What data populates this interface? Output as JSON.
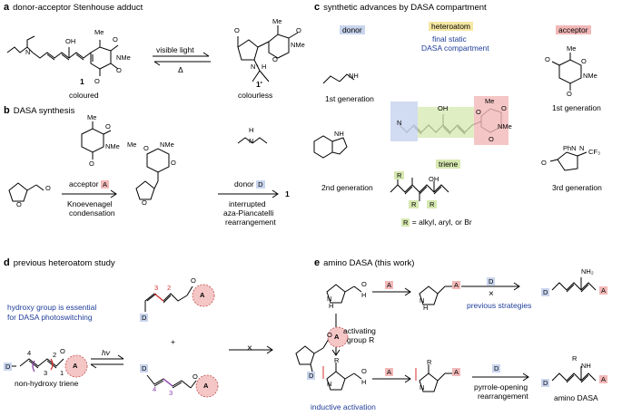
{
  "panels": {
    "a": {
      "letter": "a",
      "title": "donor-acceptor Stenhouse adduct",
      "cmpd1": "1",
      "cmpd1p": "1′",
      "coloured": "coloured",
      "colourless": "colourless",
      "arrow_fwd": "visible light",
      "arrow_rev": "Δ"
    },
    "b": {
      "letter": "b",
      "title": "DASA synthesis",
      "acceptor": "acceptor",
      "acceptor_tag": "A",
      "step1_a": "Knoevenagel",
      "step1_b": "condensation",
      "donor": "donor",
      "donor_tag": "D",
      "step2_a": "interrupted",
      "step2_b": "aza-Piancatelli",
      "step2_c": "rearrangement",
      "product": "1"
    },
    "c": {
      "letter": "c",
      "title": "synthetic advances by DASA compartment",
      "donor": "donor",
      "heteroatom": "heteroatom",
      "final_a": "final static",
      "final_b": "DASA compartment",
      "acceptor": "acceptor",
      "gen1_donor": "1st generation",
      "gen2_donor": "2nd generation",
      "gen1_acc": "1st generation",
      "gen3_acc": "3rd generation",
      "triene": "triene",
      "r_def": "= alkyl, aryl, or Br",
      "r_tag": "R"
    },
    "d": {
      "letter": "d",
      "title": "previous heteroatom study",
      "note_a": "hydroxy group is essential",
      "note_b": "for DASA photoswitching",
      "hv": "hv",
      "caption": "non-hydroxy triene",
      "plus": "+",
      "cross": "×",
      "n1": "1",
      "n2": "2",
      "n3": "3",
      "n4": "4"
    },
    "e": {
      "letter": "e",
      "title": "amino DASA (this work)",
      "prev": "previous strategies",
      "act_a": "activating",
      "act_b": "group R",
      "inductive": "inductive activation",
      "rearr_a": "pyrrole-opening",
      "rearr_b": "rearrangement",
      "amino": "amino DASA",
      "cross": "×"
    }
  },
  "atoms": {
    "OH": "OH",
    "O": "O",
    "N": "N",
    "NH": "NH",
    "H": "H",
    "Me": "Me",
    "NMe": "NMe",
    "NH2": "NH₂",
    "Np": "N⁺",
    "PhN": "PhN",
    "CF3": "CF₃",
    "A": "A",
    "D": "D",
    "R": "R"
  },
  "colors": {
    "donor": "#c9d5ee",
    "acceptor": "#f2b8b8",
    "heteroatom": "#f6e7a2",
    "triene": "#d6e8b0",
    "blue_text": "#1f3d99",
    "red_bond": "#d9302c",
    "purple_num": "#8b3fb0"
  }
}
